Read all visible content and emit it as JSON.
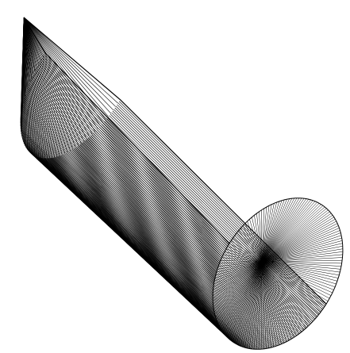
{
  "figure": {
    "kind": "wireframe-3d-solid",
    "shape": "cylinder with conical tip",
    "background_color": "#ffffff",
    "line_color": "#000000",
    "cylinder_ruling_count": 150,
    "cone_ruling_count": 70,
    "end_cap_spoke_count": 160
  }
}
